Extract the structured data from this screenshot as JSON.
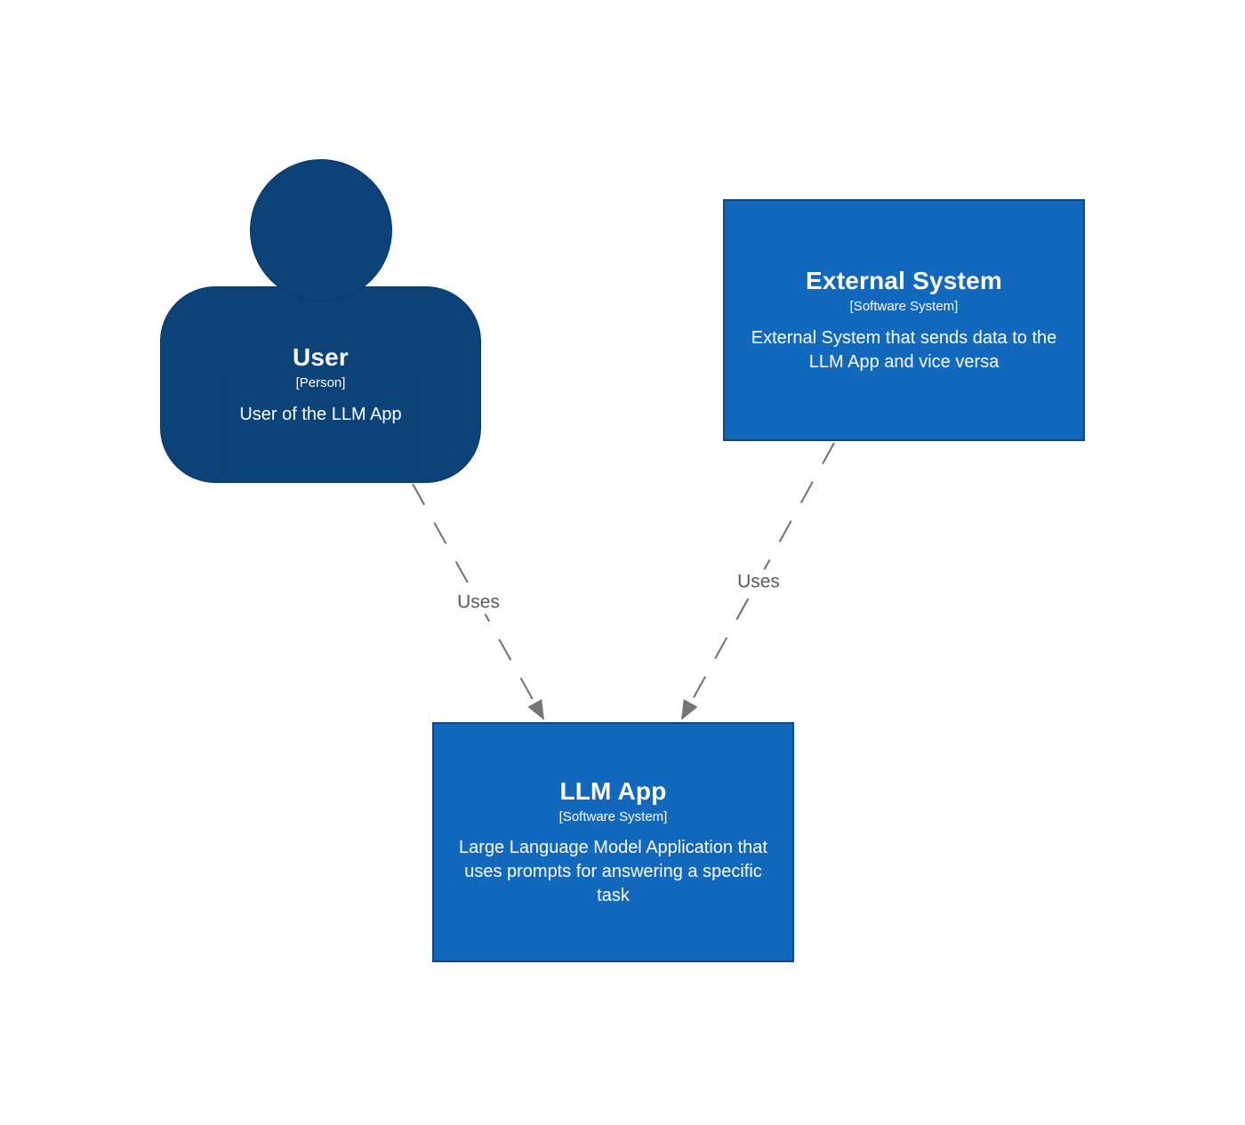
{
  "diagram": {
    "nodes": {
      "user": {
        "title": "User",
        "meta": "[Person]",
        "desc": "User of the LLM App",
        "shape": "person"
      },
      "external_system": {
        "title": "External System",
        "meta": "[Software System]",
        "desc": "External System that sends data to the LLM App and vice versa",
        "shape": "box"
      },
      "llm_app": {
        "title": "LLM App",
        "meta": "[Software System]",
        "desc": "Large Language Model Application that uses prompts for answering a specific task",
        "shape": "box"
      }
    },
    "edges": [
      {
        "label": "Uses",
        "from": "user",
        "to": "llm_app",
        "style": "dashed"
      },
      {
        "label": "Uses",
        "from": "external_system",
        "to": "llm_app",
        "style": "dashed"
      }
    ]
  },
  "colors": {
    "person": "#0b4379",
    "person-border": "#093764",
    "system": "#1168bd",
    "system-border": "#0b4884",
    "line": "#707070",
    "label": "#5a5a5a",
    "text": "#ffffff",
    "bg": "#ffffff"
  }
}
